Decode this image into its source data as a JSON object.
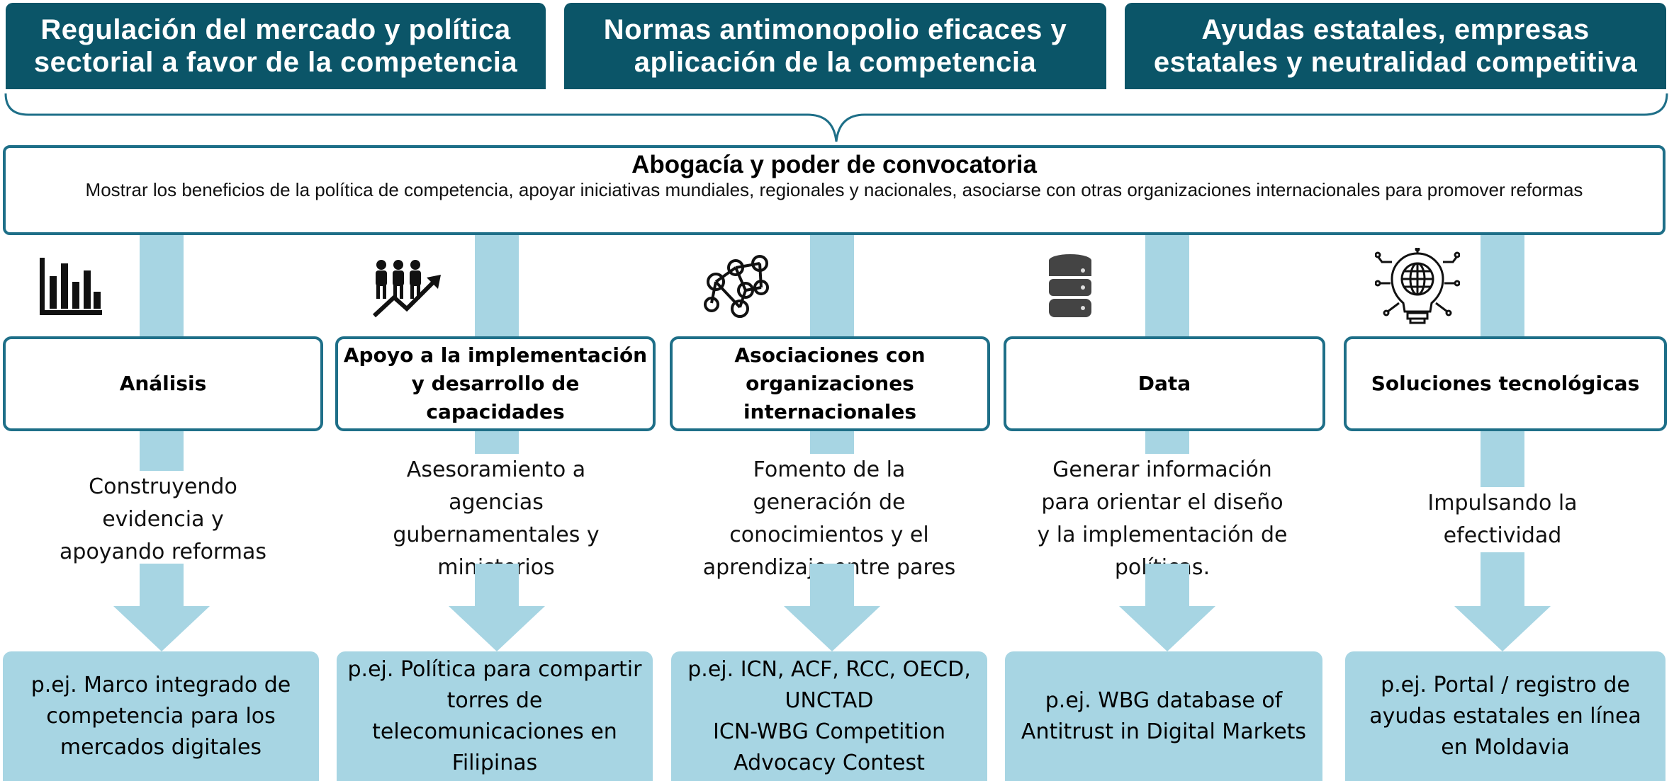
{
  "top_boxes": [
    {
      "line1": "Regulación del mercado y política",
      "line2": "sectorial a favor de la competencia"
    },
    {
      "line1": "Normas antimonopolio eficaces y",
      "line2": "aplicación de la competencia"
    },
    {
      "line1": "Ayudas estatales, empresas",
      "line2": "estatales y neutralidad competitiva"
    }
  ],
  "advocacy": {
    "title": "Abogacía y poder de convocatoria",
    "description": "Mostrar los beneficios de la política de competencia, apoyar iniciativas mundiales, regionales y nacionales, asociarse con otras organizaciones internacionales para promover reformas"
  },
  "pillars": [
    {
      "icon": "bar-chart-icon",
      "title_lines": [
        "Análisis"
      ],
      "desc_lines": [
        "Construyendo",
        "evidencia y",
        "apoyando reformas"
      ],
      "example_lines": [
        "p.ej. Marco integrado de",
        "competencia para los",
        "mercados digitales"
      ]
    },
    {
      "icon": "people-growth-icon",
      "title_lines": [
        "Apoyo a la implementación",
        "y desarrollo de",
        "capacidades"
      ],
      "desc_lines": [
        "Asesoramiento a",
        "agencias",
        "gubernamentales y",
        "ministerios"
      ],
      "example_lines": [
        "p.ej. Política para compartir",
        "torres de",
        "telecomunicaciones en",
        "Filipinas"
      ]
    },
    {
      "icon": "network-icon",
      "title_lines": [
        "Asociaciones con",
        "organizaciones",
        "internacionales"
      ],
      "desc_lines": [
        "Fomento de la",
        "generación de",
        "conocimientos y el",
        "aprendizaje entre pares"
      ],
      "example_lines": [
        "p.ej. ICN, ACF, RCC, OECD,",
        "UNCTAD",
        "ICN-WBG Competition",
        "Advocacy Contest"
      ]
    },
    {
      "icon": "database-icon",
      "title_lines": [
        "Data"
      ],
      "desc_lines": [
        "Generar información",
        "para orientar el diseño",
        "y la implementación de",
        "políticas."
      ],
      "example_lines": [
        "p.ej. WBG database of",
        "Antitrust in Digital Markets"
      ]
    },
    {
      "icon": "globe-lightbulb-icon",
      "title_lines": [
        "Soluciones tecnológicas"
      ],
      "desc_lines": [
        "Impulsando la",
        "efectividad"
      ],
      "example_lines": [
        "p.ej. Portal / registro de",
        "ayudas estatales en línea",
        "en Moldavia"
      ]
    }
  ],
  "colors": {
    "dark_teal": "#0b5568",
    "light_blue": "#a7d5e3",
    "border": "#1e6f88"
  }
}
